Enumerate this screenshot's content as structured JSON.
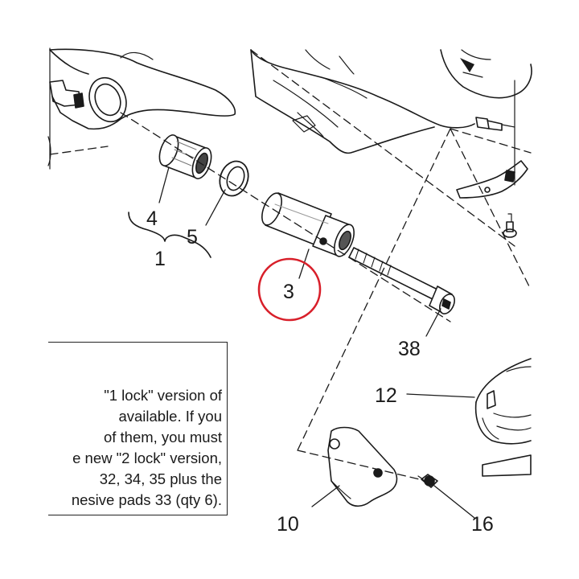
{
  "callouts": {
    "c1": "1",
    "c3": "3",
    "c4": "4",
    "c5": "5",
    "c10": "10",
    "c12": "12",
    "c16": "16",
    "c38": "38"
  },
  "note_lines": [
    "\"1 lock\" version of",
    "available. If you",
    "of them, you must",
    "e new \"2 lock\" version,",
    "32, 34, 35 plus the",
    "nesive pads 33 (qty 6)."
  ],
  "colors": {
    "line": "#1a1a1a",
    "highlight": "#d81f2a",
    "shade": "#8c8c8c"
  }
}
